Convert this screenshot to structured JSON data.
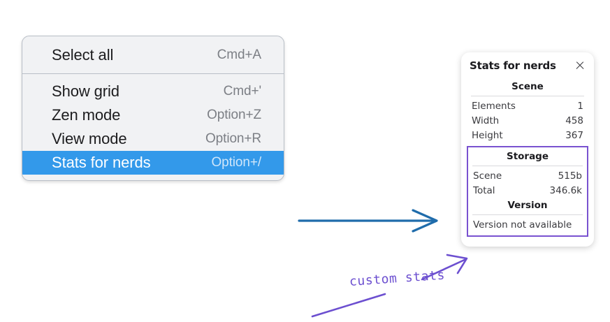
{
  "context_menu": {
    "groups": [
      {
        "items": [
          {
            "label": "Select all",
            "shortcut": "Cmd+A",
            "selected": false
          }
        ]
      },
      {
        "items": [
          {
            "label": "Show grid",
            "shortcut": "Cmd+'",
            "selected": false
          },
          {
            "label": "Zen mode",
            "shortcut": "Option+Z",
            "selected": false
          },
          {
            "label": "View mode",
            "shortcut": "Option+R",
            "selected": false
          },
          {
            "label": "Stats for nerds",
            "shortcut": "Option+/",
            "selected": true
          }
        ]
      }
    ],
    "highlight_color": "#3399ea"
  },
  "stats_panel": {
    "title": "Stats for nerds",
    "close_icon": "close-icon",
    "scene": {
      "heading": "Scene",
      "rows": [
        {
          "label": "Elements",
          "value": "1"
        },
        {
          "label": "Width",
          "value": "458"
        },
        {
          "label": "Height",
          "value": "367"
        }
      ]
    },
    "storage": {
      "heading": "Storage",
      "rows": [
        {
          "label": "Scene",
          "value": "515b"
        },
        {
          "label": "Total",
          "value": "346.6k"
        }
      ]
    },
    "version": {
      "heading": "Version",
      "note": "Version not available"
    },
    "highlight_border_color": "#7952d0"
  },
  "annotations": {
    "custom_stats_label": "custom stats",
    "blue_arrow_color": "#1f6cab",
    "purple_arrow_color": "#6c4fd0"
  }
}
